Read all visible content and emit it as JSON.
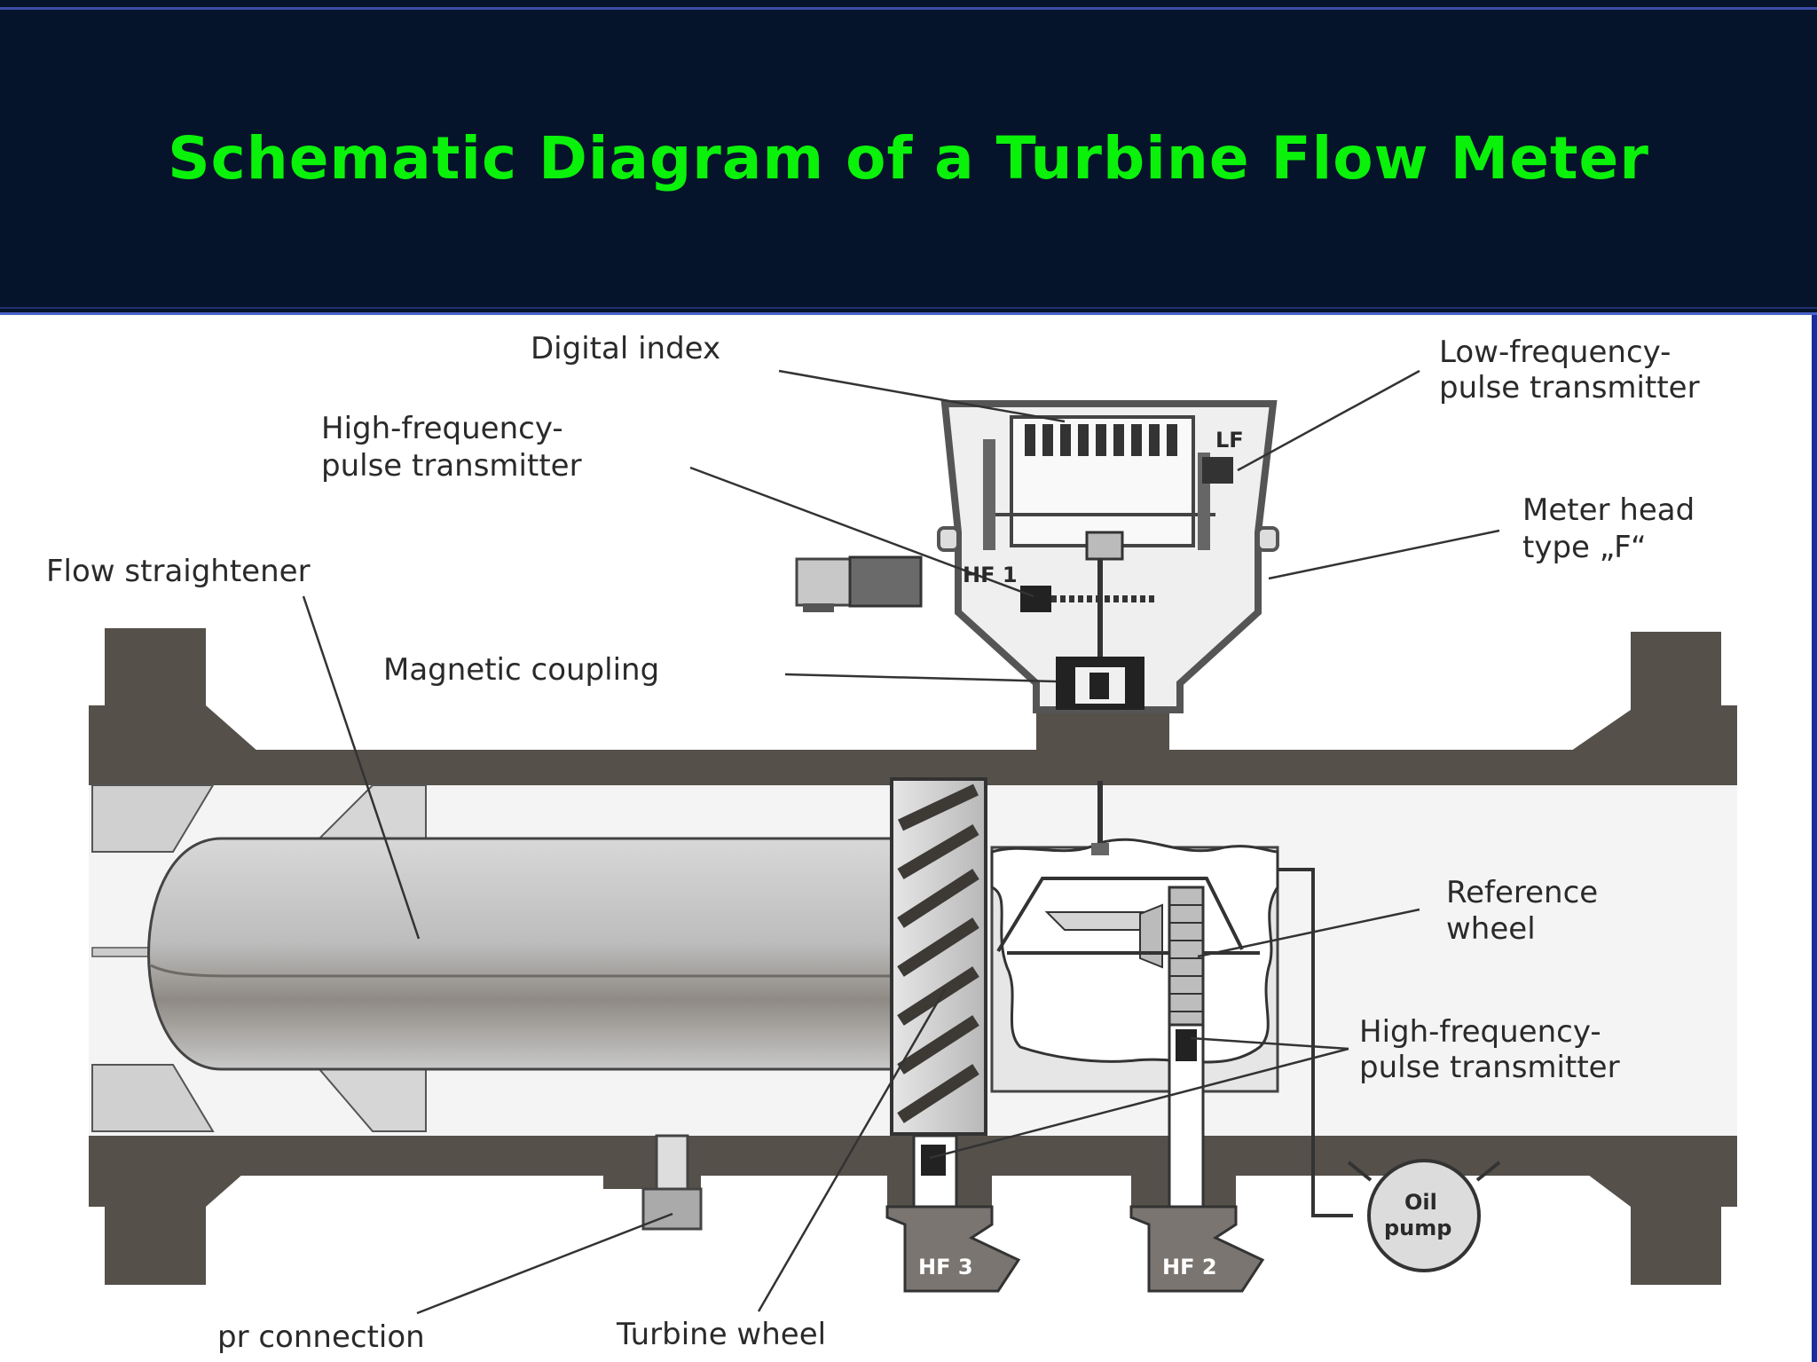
{
  "title": "Schematic Diagram of a Turbine Flow Meter",
  "labels": {
    "digital_index": "Digital index",
    "low_freq_1": "Low-frequency-",
    "low_freq_2": "pulse transmitter",
    "high_freq_top_1": "High-frequency-",
    "high_freq_top_2": "pulse transmitter",
    "meter_head_1": "Meter head",
    "meter_head_2": "type  „F“",
    "flow_straightener": "Flow straightener",
    "magnetic_coupling": "Magnetic coupling",
    "reference_wheel_1": "Reference",
    "reference_wheel_2": "wheel",
    "high_freq_bottom_1": "High-frequency-",
    "high_freq_bottom_2": "pulse transmitter",
    "pr_connection": "pr connection",
    "turbine_wheel": "Turbine wheel"
  },
  "small_labels": {
    "lf": "LF",
    "hf1": "HF 1",
    "hf2": "HF 2",
    "hf3": "HF 3",
    "oil_1": "Oil",
    "oil_2": "pump"
  },
  "colors": {
    "header_bg": "#06142b",
    "title_text": "#0af20a",
    "metal_dark": "#55504a",
    "metal_mid": "#8a857e",
    "metal_light": "#c8c8c8"
  }
}
